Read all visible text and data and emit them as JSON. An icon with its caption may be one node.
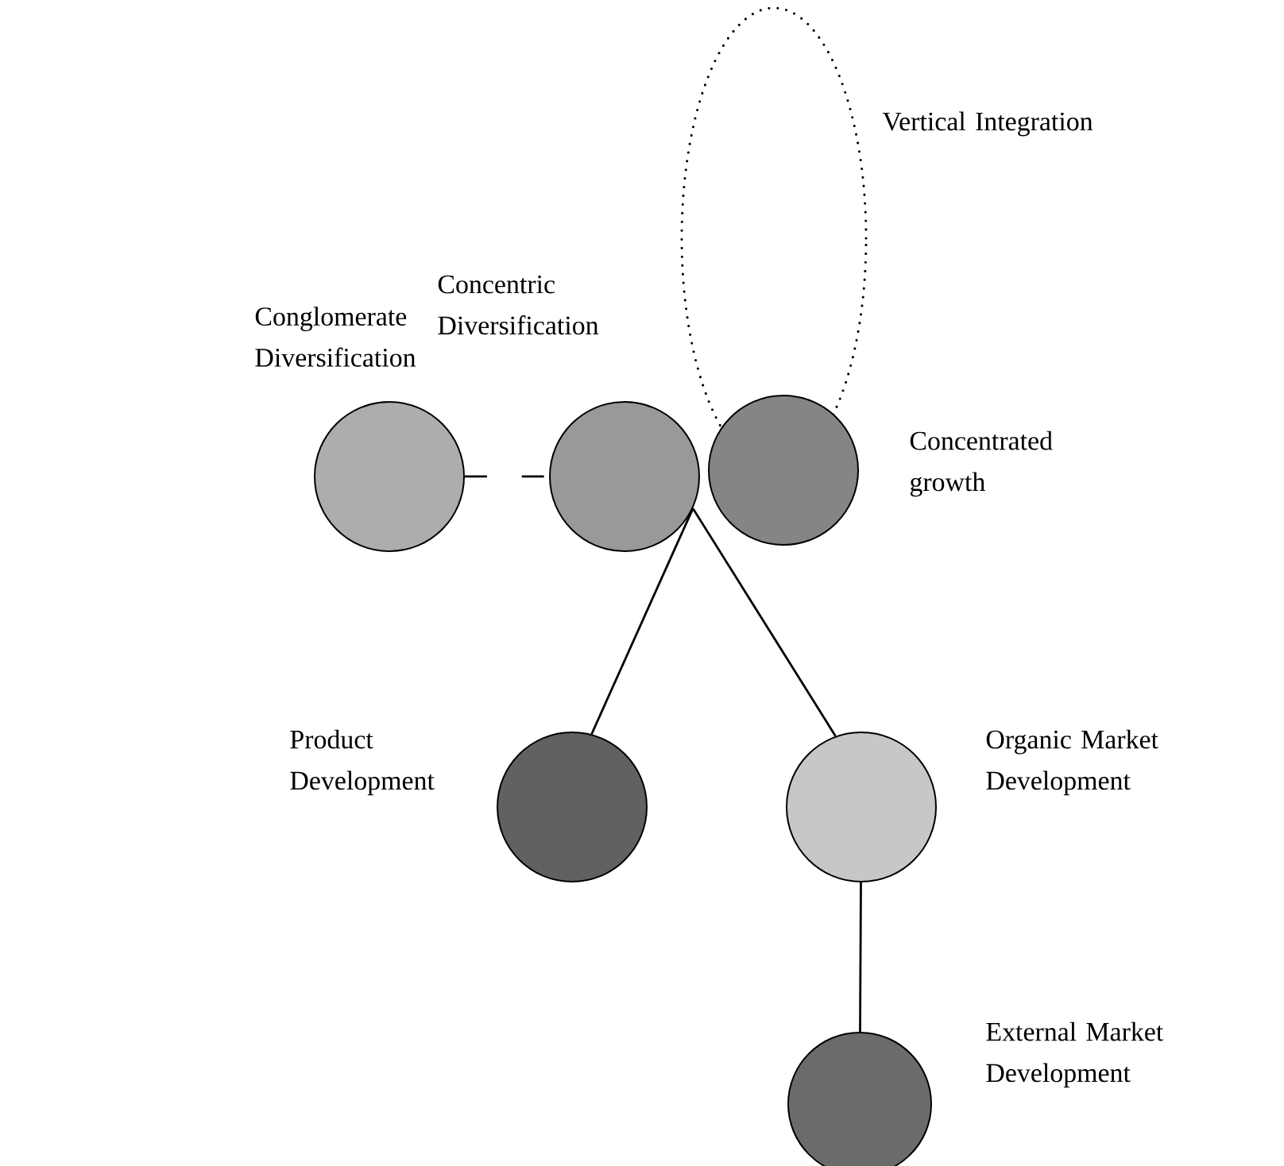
{
  "diagram": {
    "nodes": [
      {
        "text": [
          "Vertical Integration"
        ]
      },
      {
        "text": [
          "Conglomerate Diversification"
        ]
      },
      {
        "text": [
          "Concentric Diversification"
        ]
      },
      {
        "text": [
          "Concentrated growth"
        ]
      },
      {
        "text": [
          "Product Development"
        ]
      },
      {
        "text": [
          "Organic Market Development"
        ]
      },
      {
        "text": [
          "External Market Development"
        ]
      }
    ],
    "edges": [
      {
        "from": 1,
        "to": 2,
        "arrow": "none",
        "style": "dashed"
      },
      {
        "from": 2,
        "to": 4,
        "arrow": "none"
      },
      {
        "from": 2,
        "to": 5,
        "arrow": "none"
      },
      {
        "from": 5,
        "to": 6,
        "arrow": "none"
      }
    ]
  }
}
